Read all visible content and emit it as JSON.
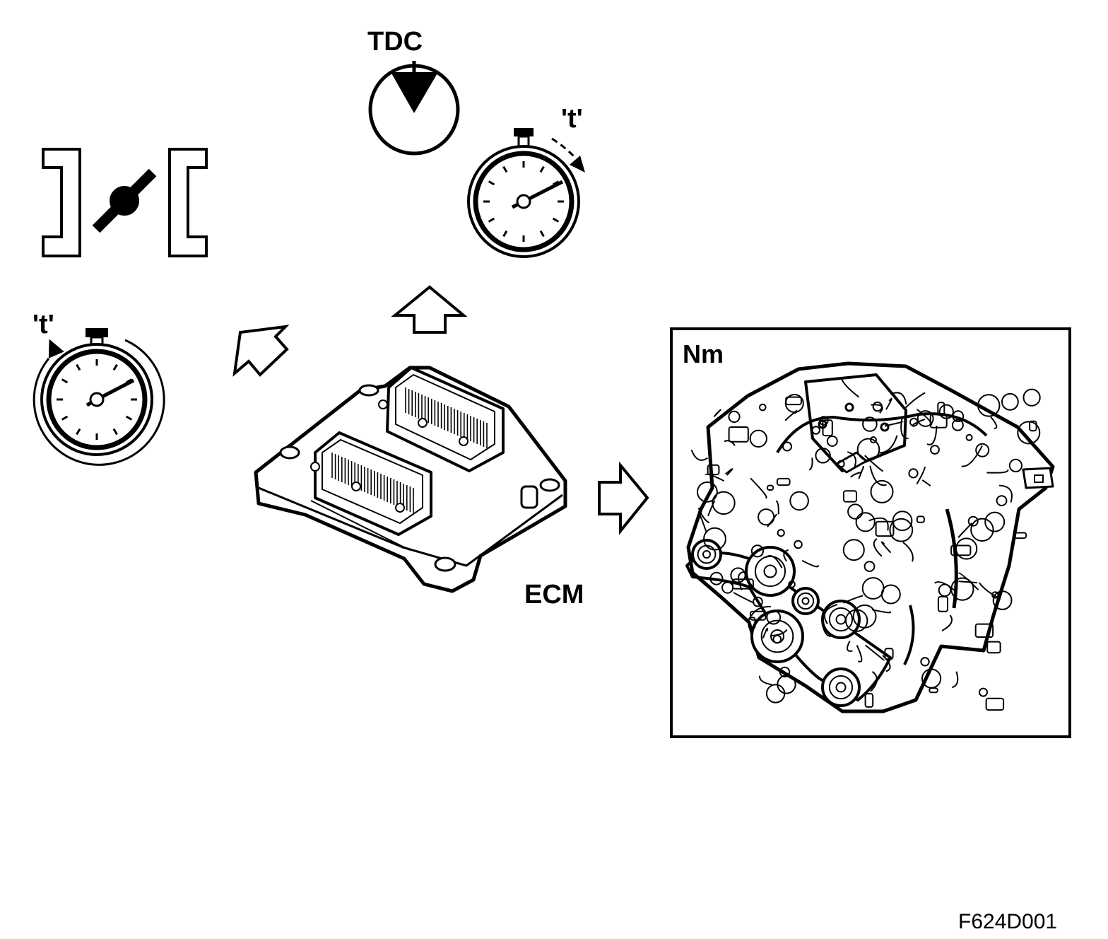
{
  "labels": {
    "tdc": "TDC",
    "time_top": "'t'",
    "time_left": "'t'",
    "ecm": "ECM",
    "nm": "Nm",
    "figure_id": "F624D001"
  },
  "icons": {
    "throttle": "throttle-valve-icon",
    "tdc": "top-dead-center-icon",
    "stopwatch": "stopwatch-icon",
    "ecm": "engine-control-module",
    "engine": "engine-assembly"
  },
  "colors": {
    "ink": "#000000",
    "paper": "#ffffff"
  }
}
